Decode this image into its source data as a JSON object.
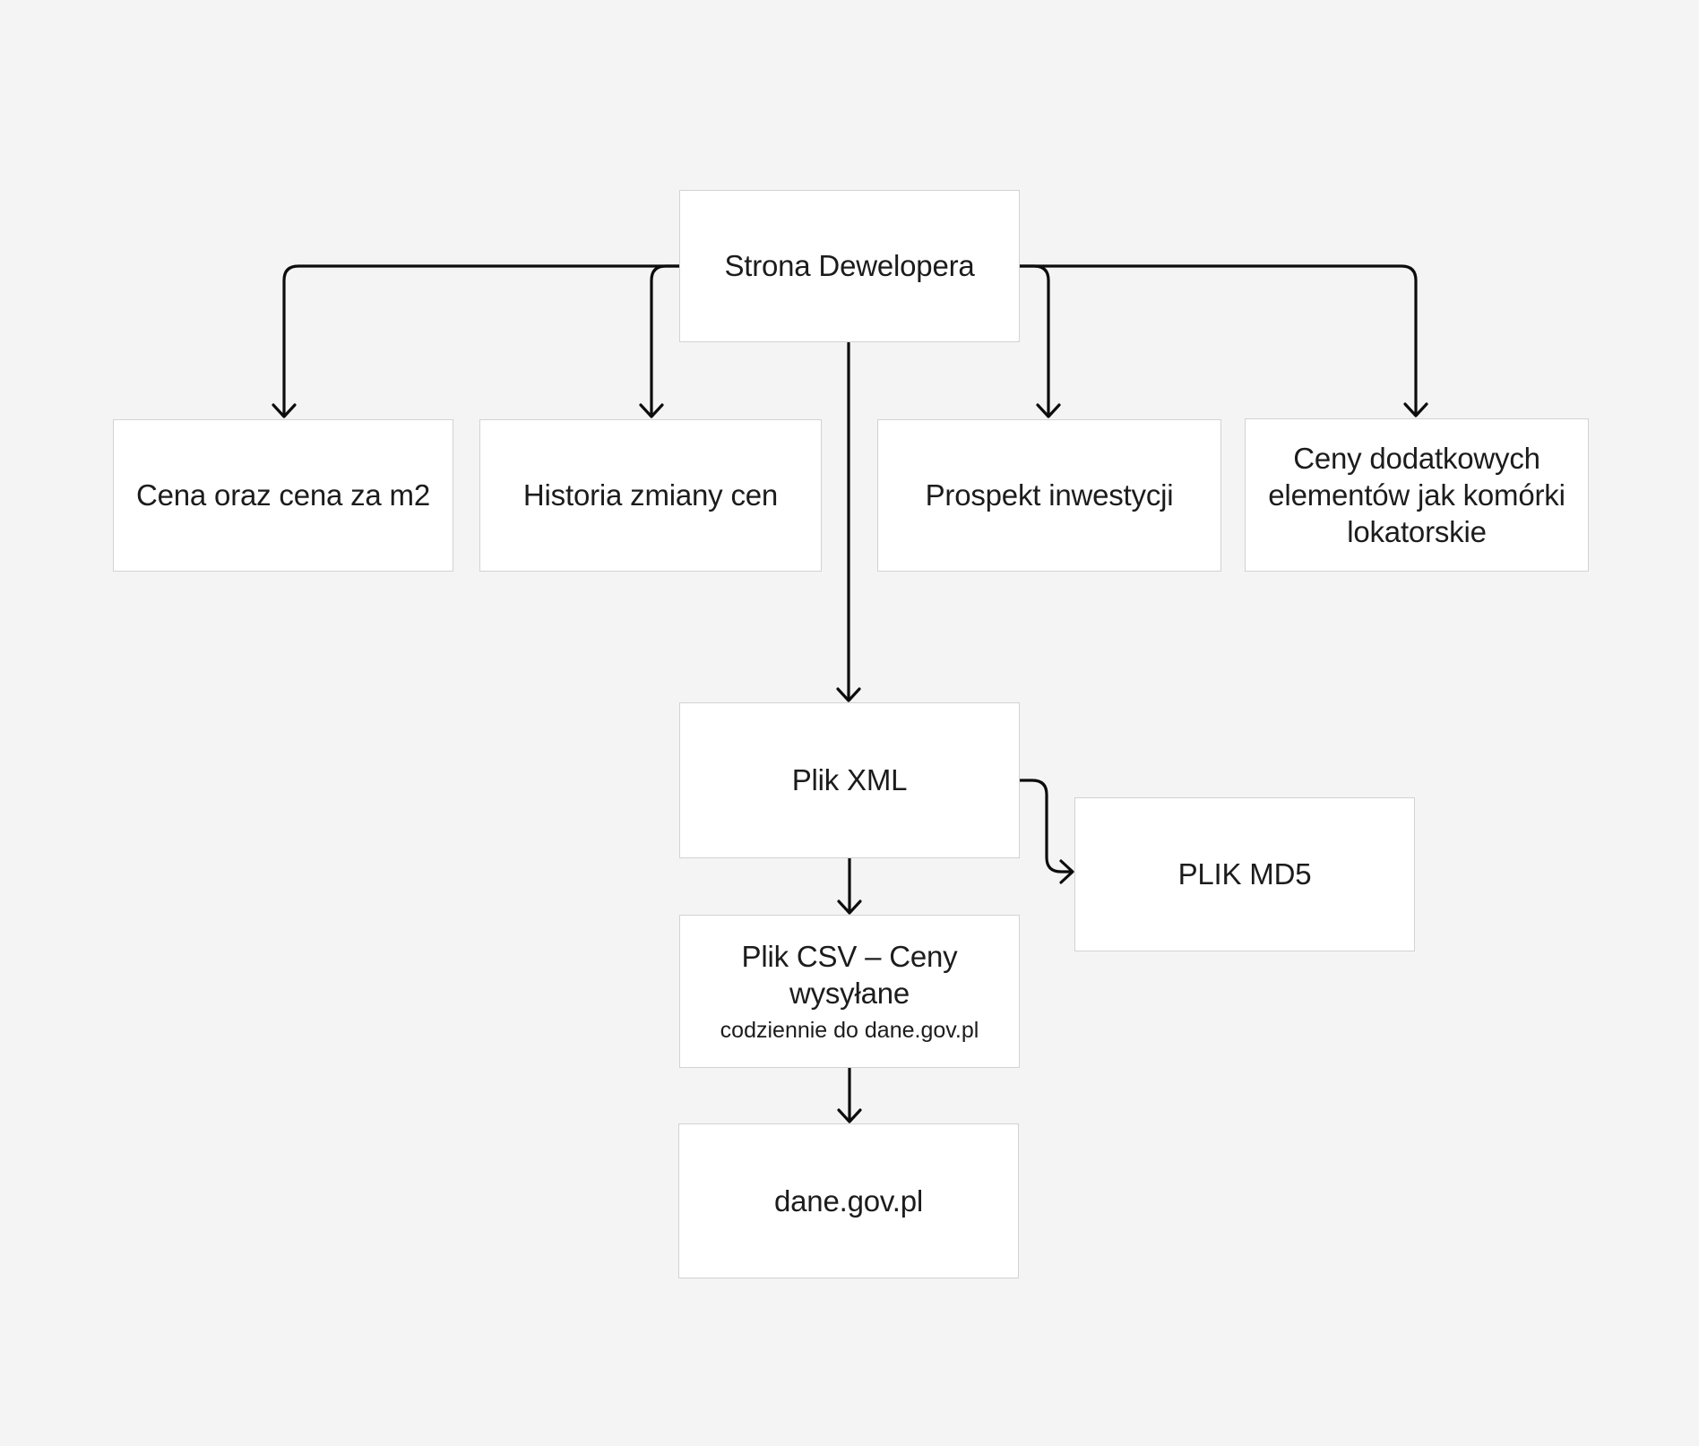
{
  "diagram": {
    "kind": "flowchart",
    "nodes": {
      "root": {
        "label": "Strona Dewelopera"
      },
      "cena": {
        "label": "Cena oraz cena za m2"
      },
      "historia": {
        "label": "Historia zmiany cen"
      },
      "prospekt": {
        "label": "Prospekt inwestycji"
      },
      "ceny_dodatkowe": {
        "label": "Ceny dodatkowych elementów jak komórki lokatorskie"
      },
      "plik_xml": {
        "label": "Plik XML"
      },
      "plik_md5": {
        "label": "PLIK MD5"
      },
      "plik_csv": {
        "label": "Plik CSV – Ceny wysyłane",
        "sublabel": "codziennie do dane.gov.pl"
      },
      "dane_gov": {
        "label": "dane.gov.pl"
      }
    },
    "edges": [
      {
        "from": "root",
        "to": "cena"
      },
      {
        "from": "root",
        "to": "historia"
      },
      {
        "from": "root",
        "to": "prospekt"
      },
      {
        "from": "root",
        "to": "ceny_dodatkowe"
      },
      {
        "from": "root",
        "to": "plik_xml"
      },
      {
        "from": "plik_xml",
        "to": "plik_md5"
      },
      {
        "from": "plik_xml",
        "to": "plik_csv"
      },
      {
        "from": "plik_csv",
        "to": "dane_gov"
      }
    ],
    "colors": {
      "background": "#f4f4f4",
      "node_fill": "#ffffff",
      "node_border": "#d2d2d2",
      "connector": "#0d0d0d",
      "text": "#1c1c1c"
    }
  }
}
